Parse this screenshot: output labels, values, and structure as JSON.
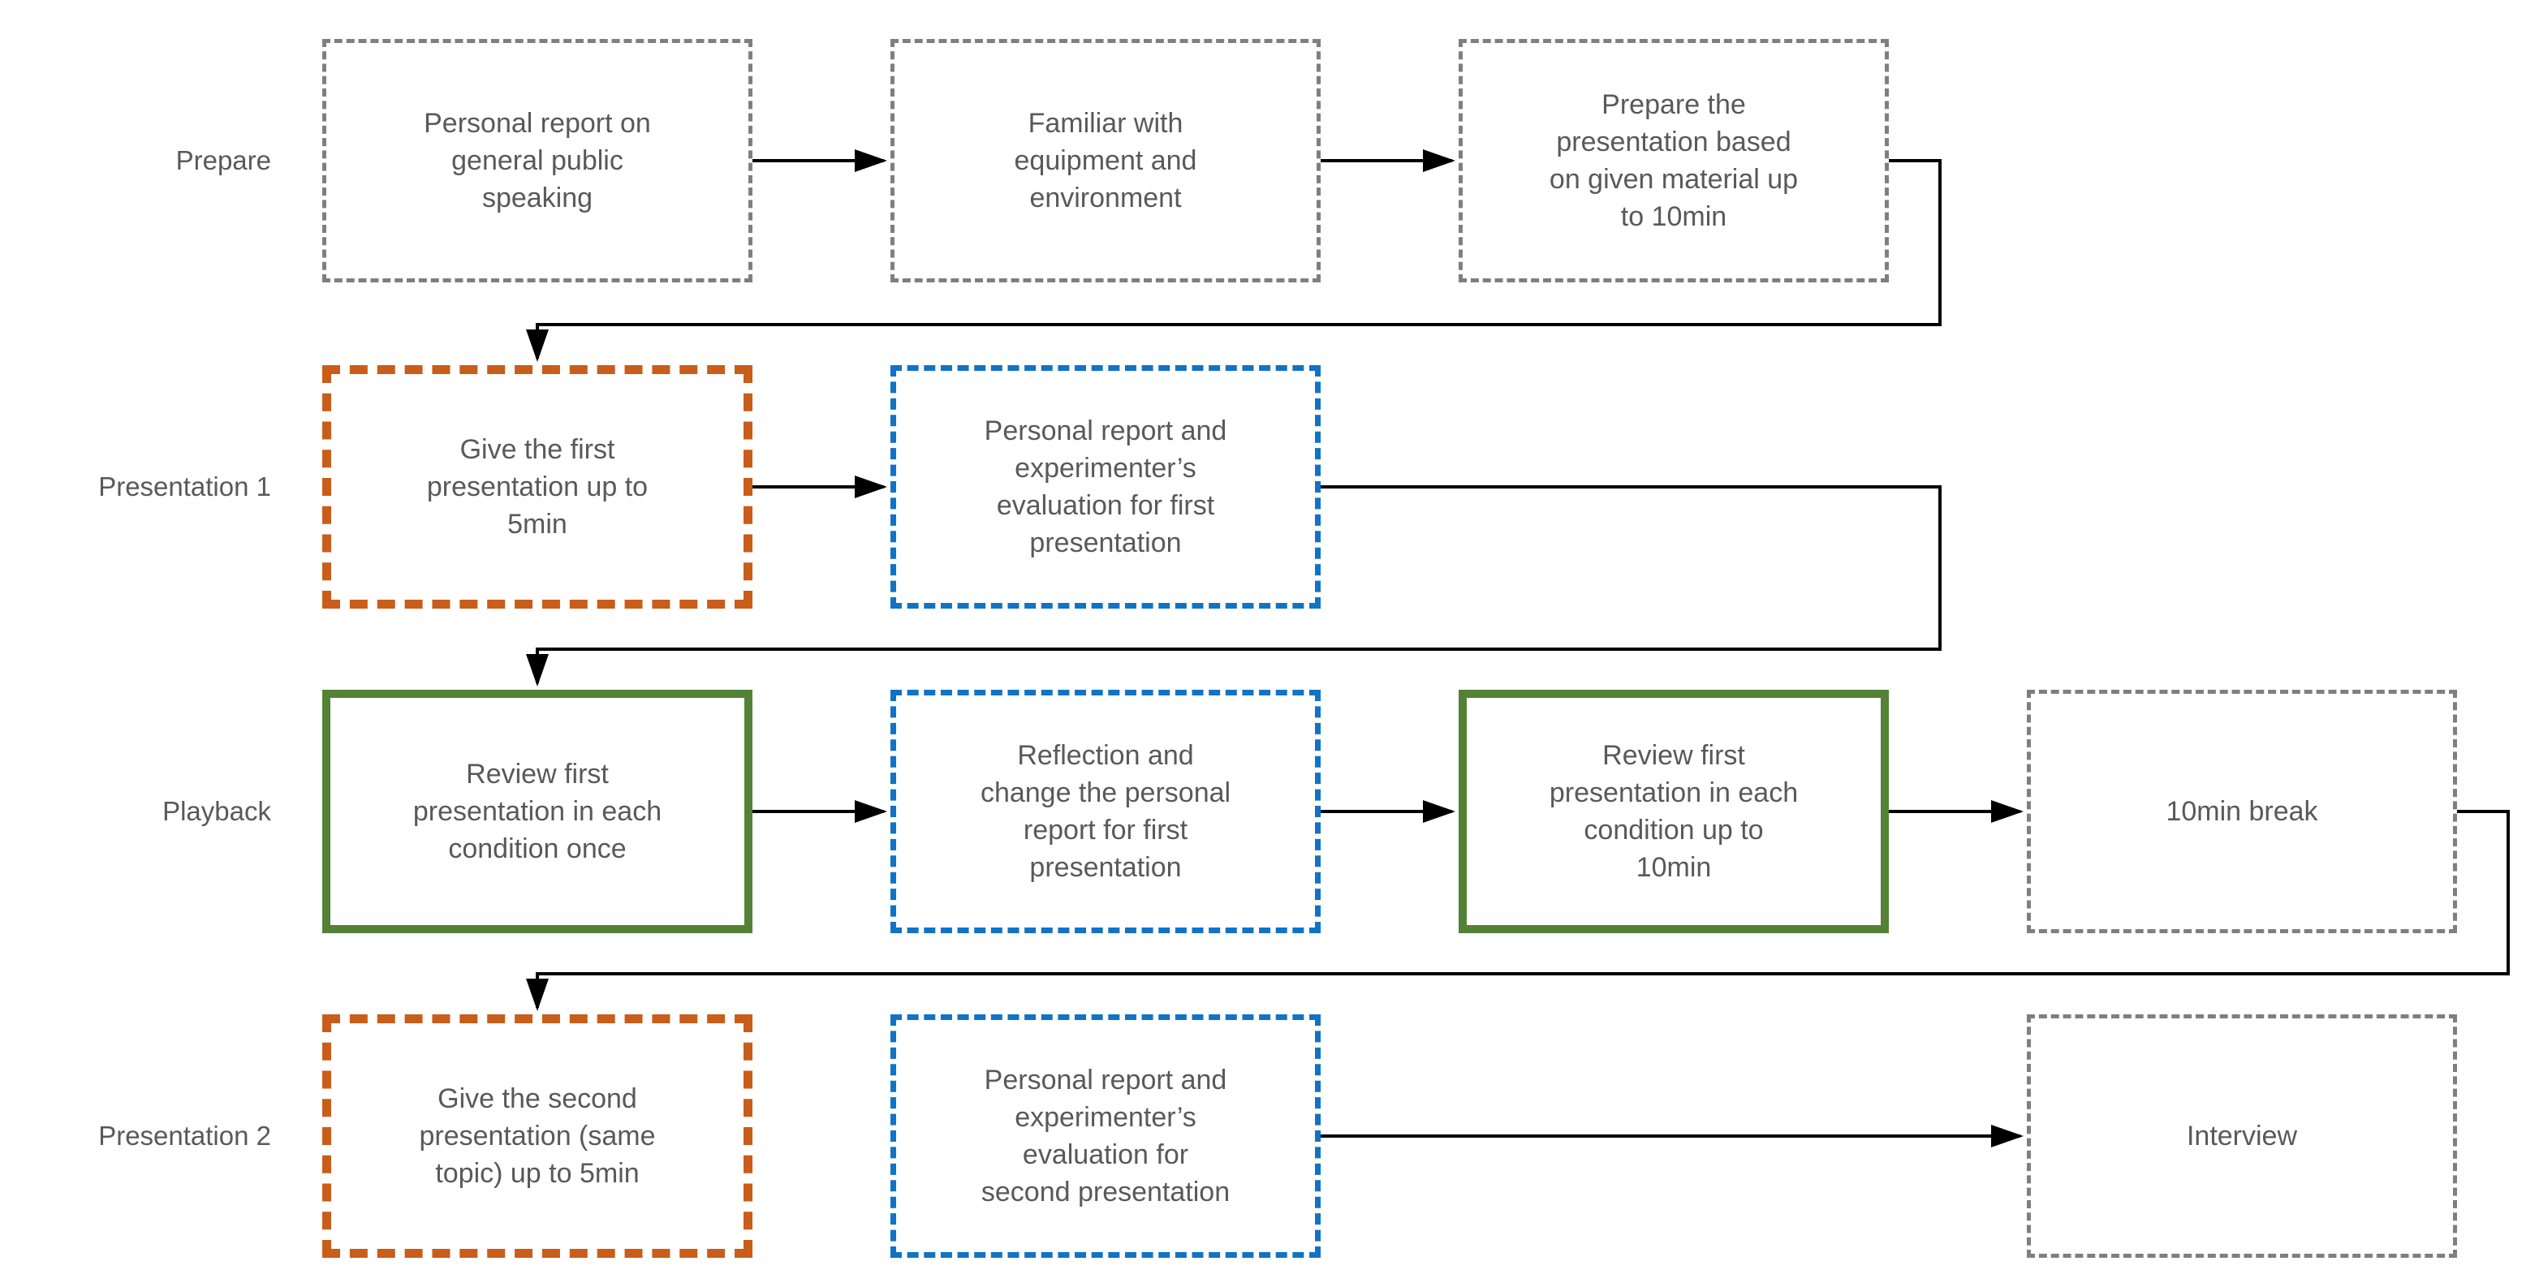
{
  "palette": {
    "gray_border": "#7F7F7F",
    "orange_border": "#C95D1A",
    "blue_border": "#1173C6",
    "green_border": "#538135",
    "text": "#595959",
    "arrow": "#000000"
  },
  "rows": [
    {
      "label": "Prepare",
      "boxes": [
        {
          "text": "Personal report on\ngeneral public\nspeaking"
        },
        {
          "text": "Familiar with\nequipment and\nenvironment"
        },
        {
          "text": "Prepare the\npresentation based\non given material up\nto 10min"
        }
      ]
    },
    {
      "label": "Presentation 1",
      "boxes": [
        {
          "text": "Give the first\npresentation up to\n5min"
        },
        {
          "text": "Personal report and\nexperimenter’s\nevaluation for first\npresentation"
        }
      ]
    },
    {
      "label": "Playback",
      "boxes": [
        {
          "text": "Review first\npresentation in each\ncondition once"
        },
        {
          "text": "Reflection and\nchange the personal\nreport for first\npresentation"
        },
        {
          "text": "Review first\npresentation in each\ncondition up to\n10min"
        },
        {
          "text": "10min break"
        }
      ]
    },
    {
      "label": "Presentation 2",
      "boxes": [
        {
          "text": "Give the second\npresentation (same\ntopic) up to 5min"
        },
        {
          "text": "Personal report and\nexperimenter’s\nevaluation for\nsecond presentation"
        },
        {
          "text": "Interview"
        }
      ]
    }
  ]
}
